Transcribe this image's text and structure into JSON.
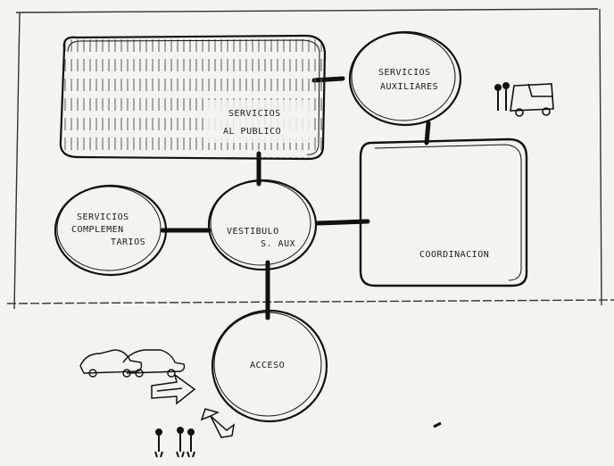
{
  "nodes": {
    "servicios_publico": {
      "line1": "SERVICIOS",
      "line2": "AL PUBLICO"
    },
    "servicios_auxiliares": {
      "line1": "SERVICIOS",
      "line2": "AUXILIARES"
    },
    "servicios_complementarios": {
      "line1": "SERVICIOS",
      "line2": "COMPLEMEN",
      "line3": "TARIOS"
    },
    "vestibulo": {
      "line1": "VESTIBULO",
      "line2": "S. AUX"
    },
    "coordinacion": {
      "line1": "COORDINACION"
    },
    "acceso": {
      "line1": "ACCESO"
    }
  }
}
